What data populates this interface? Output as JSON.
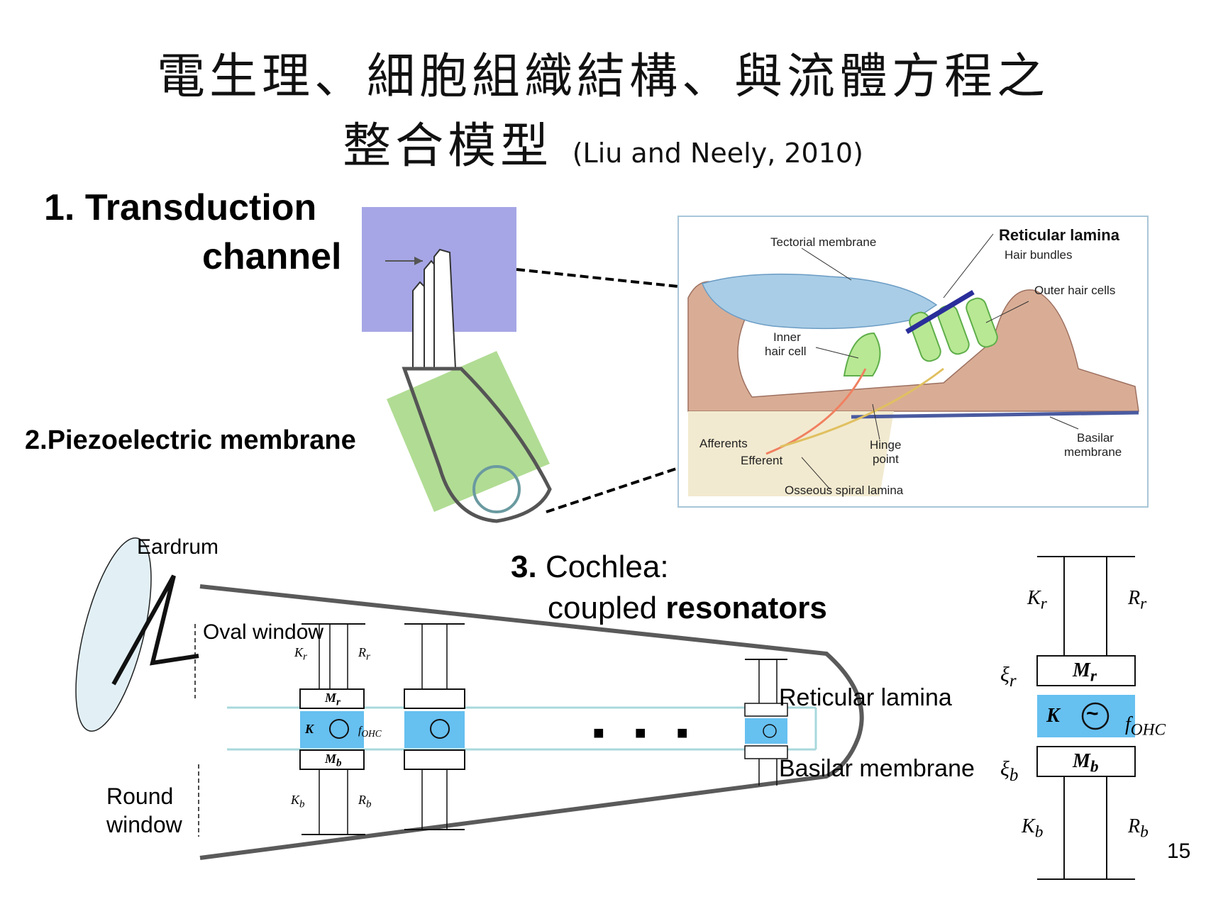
{
  "title": {
    "line1": "電生理、細胞組織結構、與流體方程之",
    "line2": "整合模型",
    "citation": "(Liu and Neely, 2010)"
  },
  "labels": {
    "transduction_1": "1. Transduction",
    "transduction_2": "channel",
    "piezo": "2.Piezoelectric membrane",
    "eardrum": "Eardrum",
    "oval_window": "Oval window",
    "round_window_1": "Round",
    "round_window_2": "window",
    "cochlea_num": "3.",
    "cochlea_word": "Cochlea:",
    "coupled": "coupled",
    "resonators": "resonators",
    "reticular_lamina": "Reticular lamina",
    "basilar_membrane": "Basilar membrane",
    "dots": "■ ■ ■",
    "page_number": "15"
  },
  "inset": {
    "tectorial": "Tectorial membrane",
    "reticular": "Reticular lamina",
    "hair_bundles": "Hair bundles",
    "outer_hair_cells": "Outer hair cells",
    "inner_1": "Inner",
    "inner_2": "hair cell",
    "afferents": "Afferents",
    "efferent": "Efferent",
    "hinge_1": "Hinge",
    "hinge_2": "point",
    "basilar_1": "Basilar",
    "basilar_2": "membrane",
    "osseous": "Osseous spiral lamina"
  },
  "model": {
    "Kr": "K",
    "Kr_sub": "r",
    "Rr": "R",
    "Rr_sub": "r",
    "Mr": "M",
    "Mr_sub": "r",
    "Mb": "M",
    "Mb_sub": "b",
    "Kb": "K",
    "Kb_sub": "b",
    "Rb": "R",
    "Rb_sub": "b",
    "K": "K",
    "tilde": "~",
    "f": "f",
    "f_sub": "OHC",
    "xi": "ξ",
    "xi_r": "r",
    "xi_b": "b"
  },
  "colors": {
    "blue_box": "#a6a6e6",
    "green_box": "#a8d888",
    "cell_blue": "#66c0f0",
    "cochlea_line": "#5a5a5a",
    "bm_line": "#a8d8dc"
  }
}
